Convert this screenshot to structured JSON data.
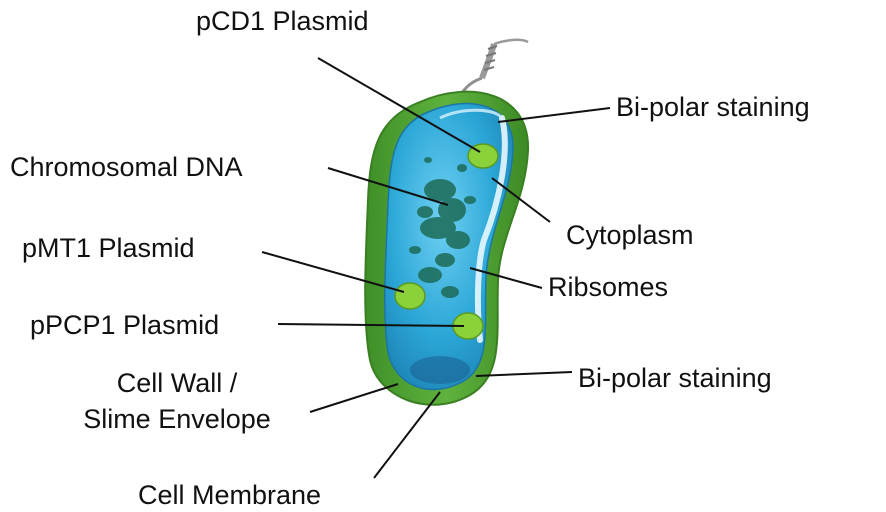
{
  "labels": {
    "pcd1": "pCD1 Plasmid",
    "bipolar_top": "Bi-polar staining",
    "chromosomal_dna": "Chromosomal DNA",
    "cytoplasm": "Cytoplasm",
    "pmt1": "pMT1 Plasmid",
    "ribosomes": "Ribsomes",
    "ppcp1": "pPCP1 Plasmid",
    "bipolar_bottom": "Bi-polar staining",
    "cell_wall_line1": "Cell Wall /",
    "cell_wall_line2": "Slime Envelope",
    "cell_membrane": "Cell Membrane"
  },
  "colors": {
    "cell_wall": "#4f9e33",
    "cytoplasm": "#2aa8d8",
    "cytoplasm_light": "#79d3f2",
    "chromosome": "#1d6b57",
    "plasmid": "#8ad13a",
    "leader_line": "#111111",
    "wire": "#9a9a9a"
  }
}
